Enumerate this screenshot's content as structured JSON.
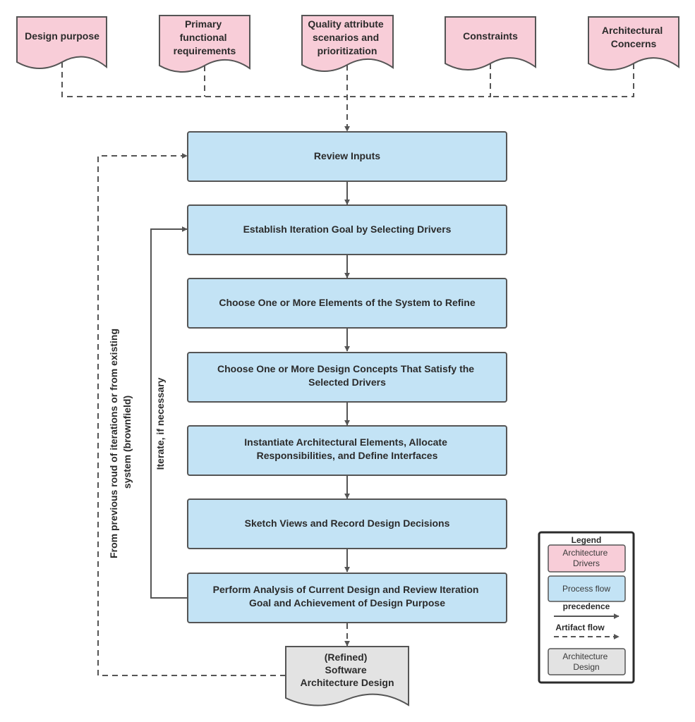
{
  "drivers": [
    {
      "id": "design-purpose",
      "lines": [
        "Design purpose"
      ]
    },
    {
      "id": "primary-functional-requirements",
      "lines": [
        "Primary",
        "functional",
        "requirements"
      ]
    },
    {
      "id": "quality-attribute-scenarios",
      "lines": [
        "Quality attribute",
        "scenarios and",
        "prioritization"
      ]
    },
    {
      "id": "constraints",
      "lines": [
        "Constraints"
      ]
    },
    {
      "id": "architectural-concerns",
      "lines": [
        "Architectural",
        "Concerns"
      ]
    }
  ],
  "steps": [
    {
      "id": "review-inputs",
      "lines": [
        "Review Inputs"
      ]
    },
    {
      "id": "establish-iteration-goal",
      "lines": [
        "Establish Iteration Goal by Selecting Drivers"
      ]
    },
    {
      "id": "choose-elements",
      "lines": [
        "Choose One or More Elements of the System to Refine"
      ]
    },
    {
      "id": "choose-design-concepts",
      "lines": [
        "Choose One or More Design Concepts That Satisfy the",
        "Selected Drivers"
      ]
    },
    {
      "id": "instantiate-elements",
      "lines": [
        "Instantiate Architectural Elements, Allocate",
        "Responsibilities, and Define Interfaces"
      ]
    },
    {
      "id": "sketch-views",
      "lines": [
        "Sketch Views and Record Design Decisions"
      ]
    },
    {
      "id": "perform-analysis",
      "lines": [
        "Perform Analysis of Current Design and Review Iteration",
        "Goal and Achievement of Design Purpose"
      ]
    }
  ],
  "output": {
    "lines": [
      "(Refined)",
      "Software",
      "Architecture Design"
    ]
  },
  "side_labels": {
    "previous_round": [
      "From previous roud of iterations or from existing",
      "system (brownfield)"
    ],
    "iterate": "Iterate, if necessary"
  },
  "legend": {
    "title": "Legend",
    "architecture_drivers": [
      "Architecture",
      "Drivers"
    ],
    "process_flow": "Process flow",
    "precedence": "precedence",
    "artifact_flow": "Artifact flow",
    "architecture_design": [
      "Architecture",
      "Design"
    ]
  },
  "colors": {
    "driver_fill": "#f8cdd8",
    "process_fill": "#c3e3f5",
    "design_fill": "#e3e3e3",
    "stroke": "#555555"
  }
}
